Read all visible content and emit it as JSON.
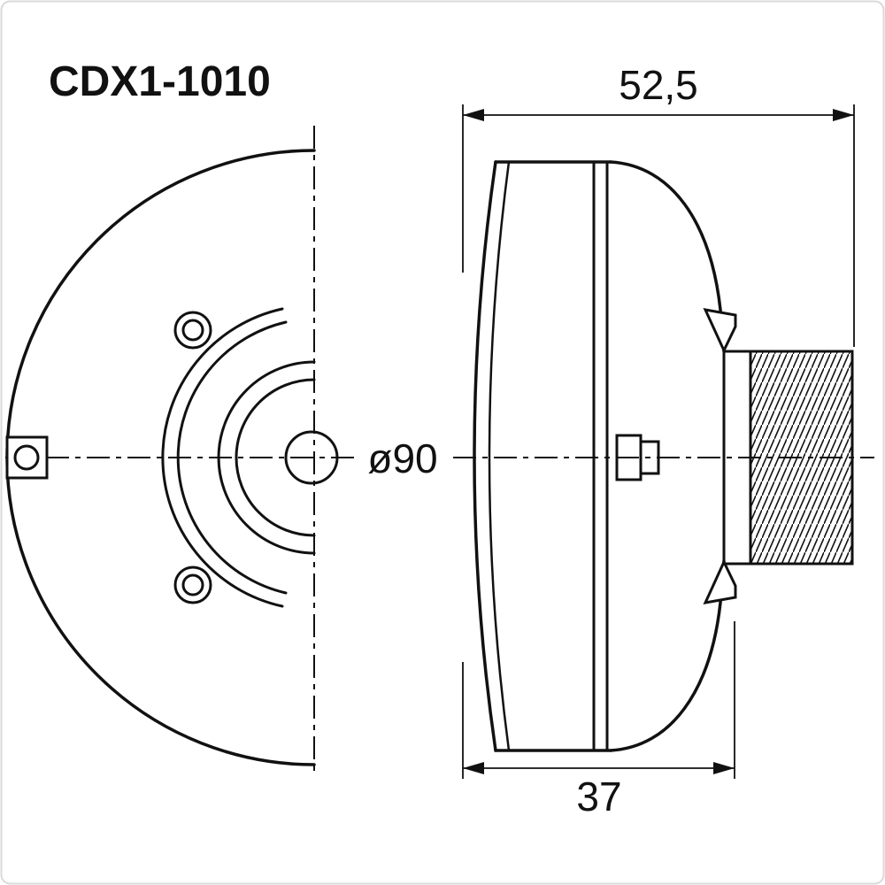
{
  "title": "CDX1-1010",
  "dimensions": {
    "total_depth": "52,5",
    "diameter": "ø90",
    "body_depth": "37"
  },
  "colors": {
    "line": "#111111",
    "background": "#ffffff",
    "border": "#d9d9d9"
  }
}
